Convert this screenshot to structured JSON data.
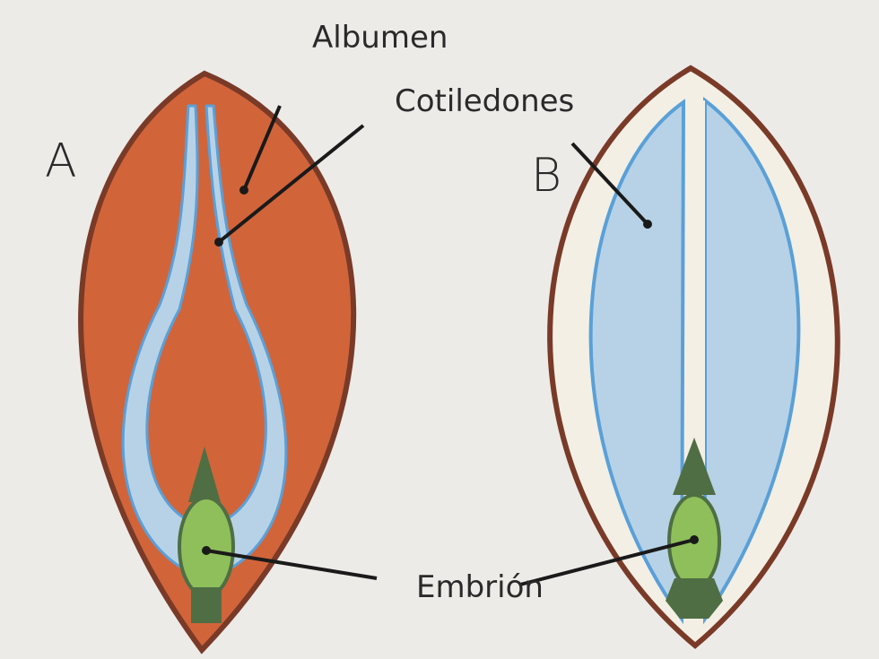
{
  "labels": {
    "albumen": "Albumen",
    "cotiledones": "Cotiledones",
    "embrion": "Embrión",
    "seed_a": "A",
    "seed_b": "B"
  },
  "colors": {
    "background": "#ecebe8",
    "albumen_fill": "#d2643a",
    "seed_coat": "#7a3a28",
    "cotyledon_fill": "#b7d2e6",
    "cotyledon_edge": "#5aa0d8",
    "embryo_light": "#8fbf5a",
    "embryo_dark": "#4f6e44",
    "leader_line": "#1a1a1a"
  },
  "icons": {
    "seed_a": "monocot-seed-cross-section",
    "seed_b": "dicot-seed-cross-section"
  }
}
